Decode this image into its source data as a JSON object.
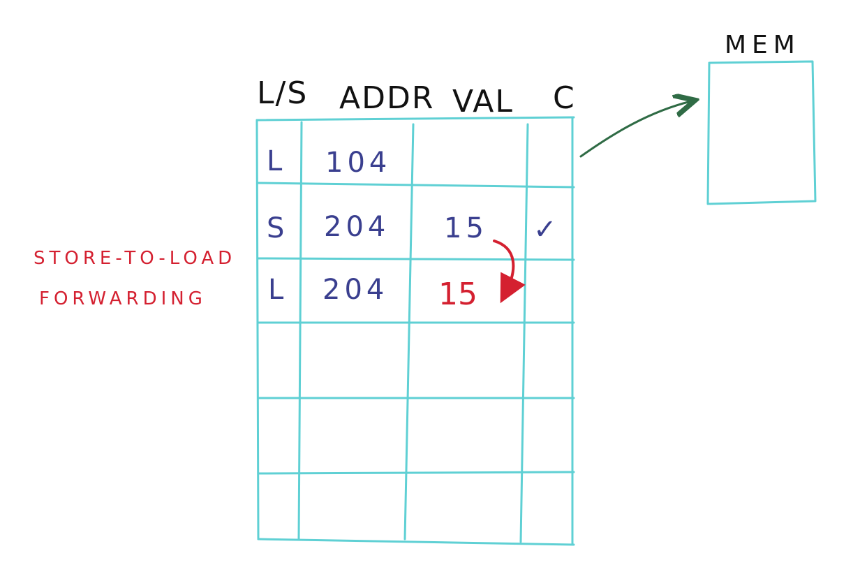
{
  "colors": {
    "grid": "#5fd0d4",
    "ink_black": "#111111",
    "ink_blue": "#3a3f8f",
    "ink_red": "#d42030",
    "arrow_green": "#2f6b45"
  },
  "memory": {
    "label": "MEM"
  },
  "table": {
    "headers": [
      "L/S",
      "ADDR",
      "VAL",
      "C"
    ],
    "rows": [
      {
        "ls": "L",
        "addr": "104",
        "val": "",
        "c": ""
      },
      {
        "ls": "S",
        "addr": "204",
        "val": "15",
        "c": "✓"
      },
      {
        "ls": "L",
        "addr": "204",
        "val": "15",
        "c": ""
      },
      {
        "ls": "",
        "addr": "",
        "val": "",
        "c": ""
      },
      {
        "ls": "",
        "addr": "",
        "val": "",
        "c": ""
      },
      {
        "ls": "",
        "addr": "",
        "val": "",
        "c": ""
      }
    ]
  },
  "annotation": {
    "line1": "STORE-TO-LOAD",
    "line2": "FORWARDING"
  }
}
